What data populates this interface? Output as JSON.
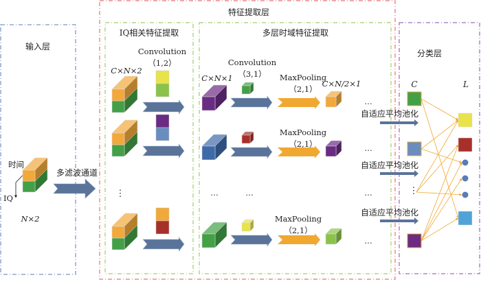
{
  "title": "多滤波通道卷积神经网络结构",
  "sections": {
    "input": {
      "title": "输入层",
      "axis_time": "时间",
      "axis_iq": "IQ",
      "shape": "N×2"
    },
    "filter_arrow_label": "多滤波通道",
    "feature": {
      "title": "特征提取层",
      "iq_block": {
        "title": "IQ相关特征提取",
        "shape": "C×N×2",
        "op": "Convolution",
        "kernel": "（1,2）",
        "ellipsis": "⋮"
      },
      "temporal_block": {
        "title": "多层时域特征提取",
        "shape_in": "C×N×1",
        "conv_op": "Convolution",
        "conv_kernel": "（3,1）",
        "pool_op": "MaxPooling",
        "pool_kernel": "（2,1）",
        "shape_out": "C×N/2×1",
        "ellipsis": "…"
      }
    },
    "gap_label": "自适应平均池化",
    "classify": {
      "title": "分类层",
      "col_c": "C",
      "col_l": "L",
      "ellipsis": "⋮"
    }
  },
  "colors": {
    "input_border": "#5b7bb5",
    "feature_border": "#e57373",
    "sub_border": "#8bc34a",
    "classify_border": "#8e44ad",
    "arrow_blue": "#5a7399",
    "arrow_orange": "#f0a830",
    "orange": "#f2a93b",
    "green": "#43a047",
    "yellow": "#e8e34a",
    "lightgreen": "#8bc34a",
    "purple": "#6a2c82",
    "steelblue": "#6b8cbf",
    "blue": "#3f6aa8",
    "red": "#a8302a",
    "skyblue": "#4fa3d6",
    "dot": "#5b7bb5"
  }
}
